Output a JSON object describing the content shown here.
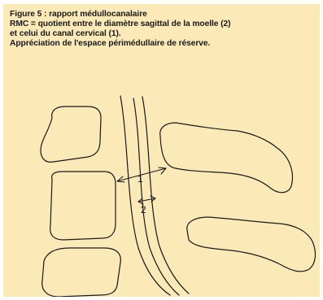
{
  "caption": {
    "line1": "Figure 5 : rapport médullocanalaire",
    "line2": "RMC = quotient entre le diamètre sagittal de la moelle (2)",
    "line3": "et celui du canal cervical (1).",
    "line4": "Appréciation de l'espace périmédullaire de réserve."
  },
  "labels": {
    "canal": "1",
    "moelle": "2"
  },
  "colors": {
    "background": "#fbe9b8",
    "ink": "#1a1a1a"
  }
}
